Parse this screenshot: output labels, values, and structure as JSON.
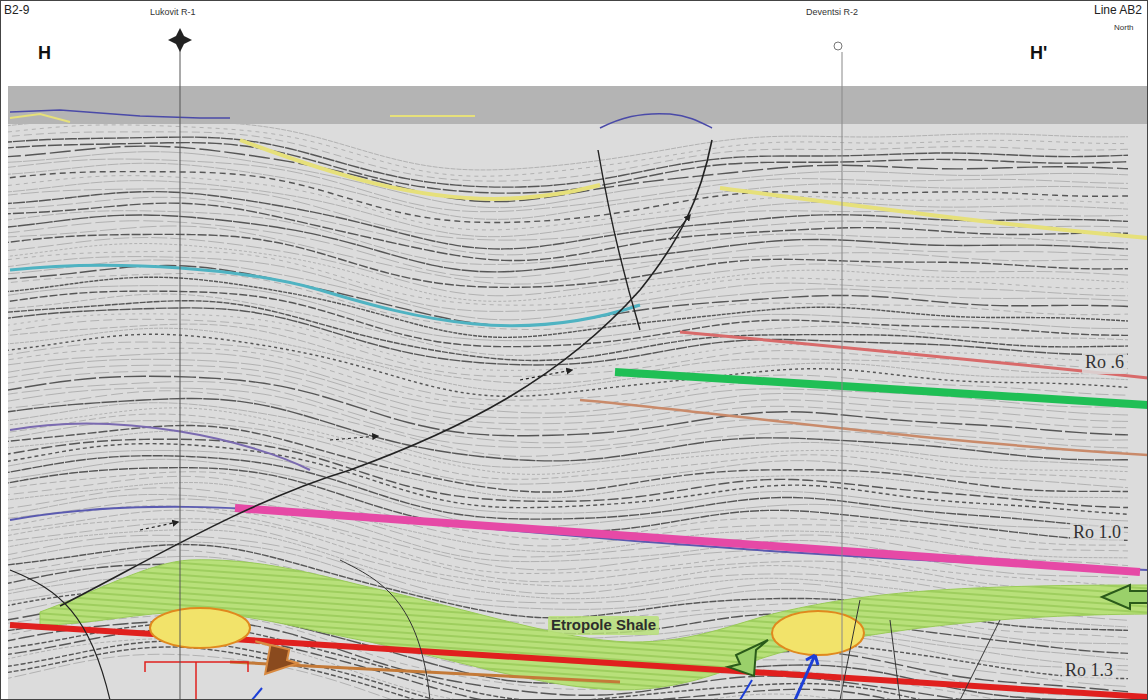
{
  "diagram": {
    "labels": [
      "B2-9",
      "H",
      "Lukovit R-1",
      "Deventsi R-2",
      "Line AB2",
      "North",
      "H'",
      "Ro .6",
      "Ro 1.0",
      "Etropole Shale",
      "Ro 1.3"
    ]
  }
}
